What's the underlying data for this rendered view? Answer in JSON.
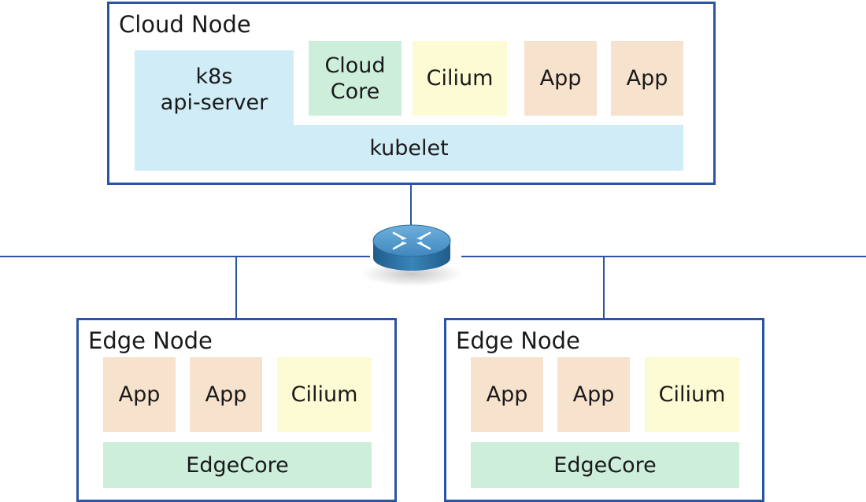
{
  "cloud_node": {
    "title": "Cloud Node",
    "k8s_label": "k8s\napi-server",
    "cloudcore_label": "Cloud\nCore",
    "cilium_label": "Cilium",
    "app1_label": "App",
    "app2_label": "App",
    "kubelet_label": "kubelet"
  },
  "edge_node_left": {
    "title": "Edge Node",
    "app1_label": "App",
    "app2_label": "App",
    "cilium_label": "Cilium",
    "edgecore_label": "EdgeCore"
  },
  "edge_node_right": {
    "title": "Edge Node",
    "app1_label": "App",
    "app2_label": "App",
    "cilium_label": "Cilium",
    "edgecore_label": "EdgeCore"
  },
  "network": {
    "router_icon": "router-icon"
  },
  "colors": {
    "border": "#2b55a0",
    "app": "#f7e2cd",
    "cilium": "#fcfbd3",
    "core": "#cdeedb",
    "k8s": "#d0ecf7",
    "router": "#2f6f9e"
  }
}
